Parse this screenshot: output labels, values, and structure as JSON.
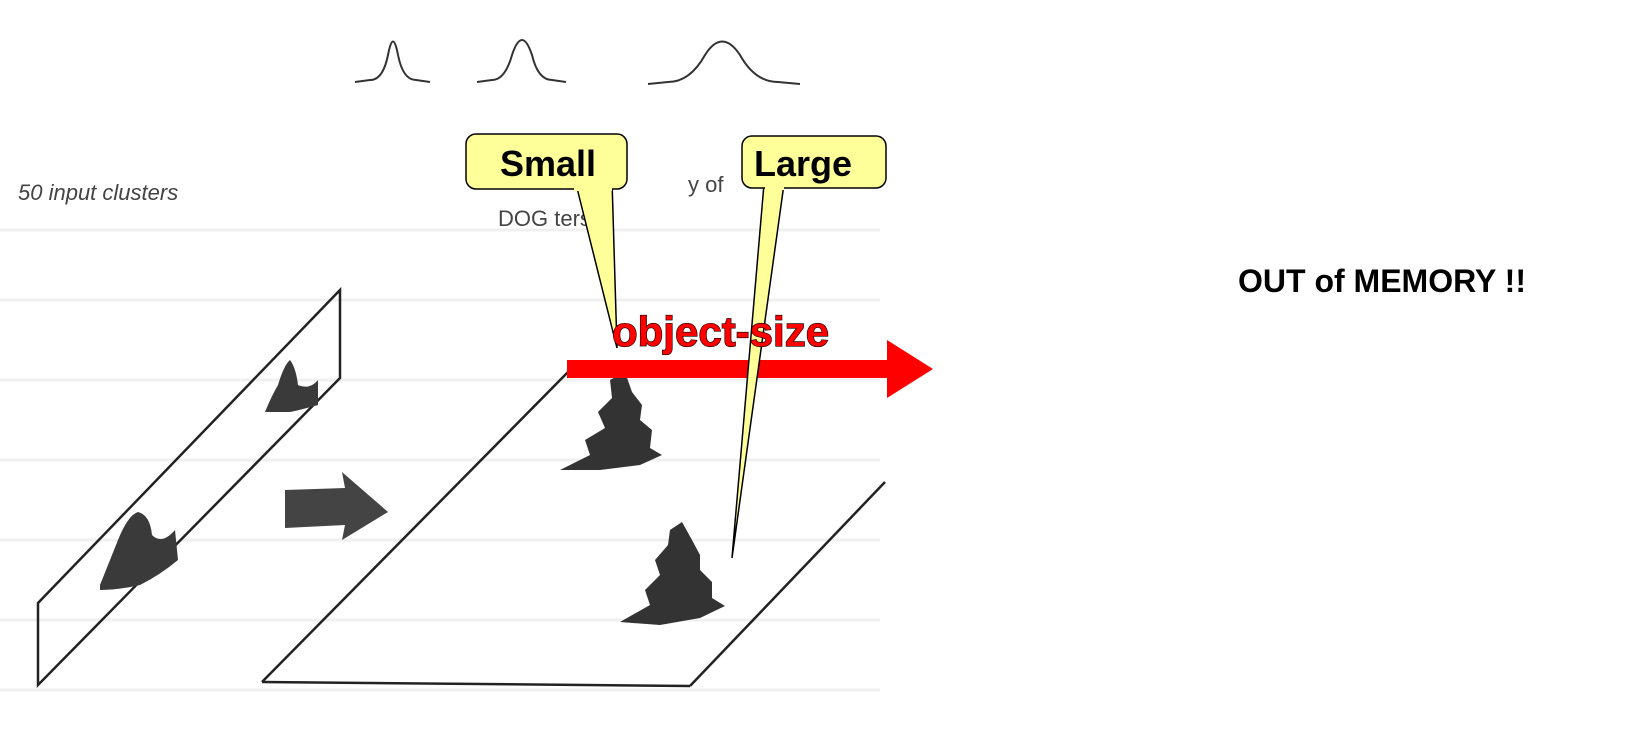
{
  "figure": {
    "input_clusters_label": "50 input clusters",
    "filter_label_line1": "y of",
    "filter_label_line2": "DOG ters"
  },
  "callouts": {
    "small": "Small",
    "large": "Large"
  },
  "arrow": {
    "label": "object-size",
    "color": "#ff0000"
  },
  "status": {
    "out_of_memory": "OUT of MEMORY !!"
  },
  "colors": {
    "callout_fill": "#ffff99",
    "ink": "#333333",
    "background": "#ffffff"
  }
}
